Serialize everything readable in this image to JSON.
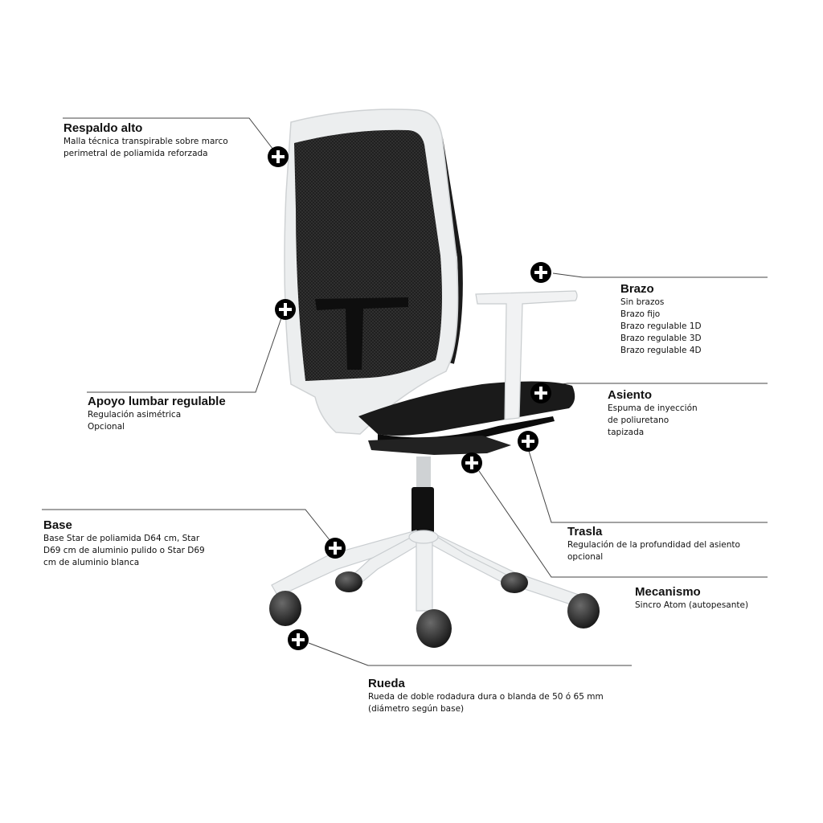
{
  "hotspots": {
    "icon": "plus-circle-icon",
    "color": "#000000"
  },
  "labels": {
    "respaldo": {
      "title": "Respaldo alto",
      "lines": [
        "Malla técnica transpirable sobre marco",
        "perimetral de poliamida reforzada"
      ]
    },
    "apoyo": {
      "title": "Apoyo lumbar regulable",
      "lines": [
        "Regulación asimétrica",
        "Opcional"
      ]
    },
    "base": {
      "title": "Base",
      "lines": [
        "Base Star de poliamida D64 cm, Star",
        "D69 cm de aluminio pulido o Star D69",
        "cm de aluminio blanca"
      ]
    },
    "brazo": {
      "title": "Brazo",
      "lines": [
        "Sin brazos",
        "Brazo fijo",
        "Brazo regulable 1D",
        "Brazo regulable 3D",
        "Brazo regulable 4D"
      ]
    },
    "asiento": {
      "title": "Asiento",
      "lines": [
        "Espuma de inyección",
        "de poliuretano",
        "tapizada"
      ]
    },
    "trasla": {
      "title": "Trasla",
      "lines": [
        "Regulación de la profundidad del asiento",
        "opcional"
      ]
    },
    "mecanismo": {
      "title": "Mecanismo",
      "lines": [
        "Sincro Atom (autopesante)"
      ]
    },
    "rueda": {
      "title": "Rueda",
      "lines": [
        "Rueda de doble rodadura dura o blanda de 50 ó 65 mm",
        "(diámetro según base)"
      ]
    }
  }
}
